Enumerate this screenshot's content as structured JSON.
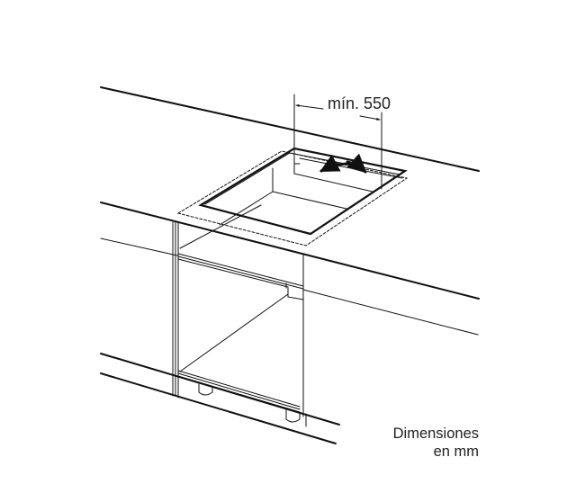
{
  "dimension_label": "mín. 550",
  "units_note": {
    "line1": "Dimensiones",
    "line2": "en mm"
  },
  "colors": {
    "line": "#111111",
    "background": "#ffffff"
  }
}
